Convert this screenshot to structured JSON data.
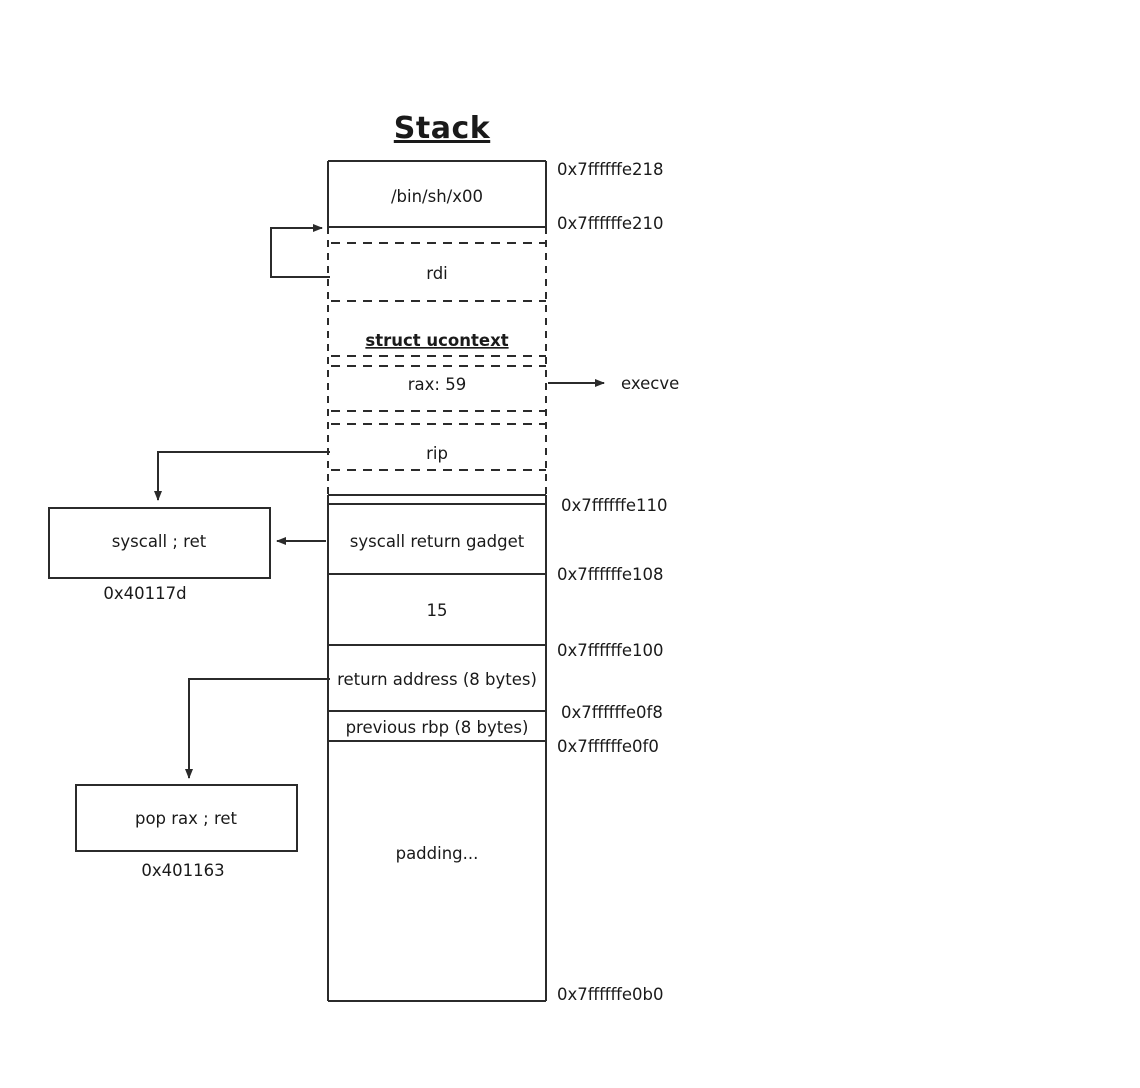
{
  "title": "Stack",
  "stack": {
    "cells": [
      {
        "id": "binsh",
        "label": "/bin/sh/x00",
        "bold": false
      },
      {
        "id": "rdi",
        "label": "rdi",
        "bold": false
      },
      {
        "id": "ucontext",
        "label": "struct ucontext",
        "bold": true
      },
      {
        "id": "rax",
        "label": "rax: 59",
        "bold": false
      },
      {
        "id": "rip",
        "label": "rip",
        "bold": false
      },
      {
        "id": "syscall-ret",
        "label": "syscall return gadget",
        "bold": false
      },
      {
        "id": "fifteen",
        "label": "15",
        "bold": false
      },
      {
        "id": "retaddr",
        "label": "return address (8 bytes)",
        "bold": false
      },
      {
        "id": "prev-rbp",
        "label": "previous rbp (8 bytes)",
        "bold": false
      },
      {
        "id": "padding",
        "label": "padding...",
        "bold": false
      }
    ],
    "addresses": [
      {
        "id": "addr-e218",
        "value": "0x7ffffffe218"
      },
      {
        "id": "addr-e210",
        "value": "0x7ffffffe210"
      },
      {
        "id": "addr-e110",
        "value": "0x7ffffffe110"
      },
      {
        "id": "addr-e108",
        "value": "0x7ffffffe108"
      },
      {
        "id": "addr-e100",
        "value": "0x7ffffffe100"
      },
      {
        "id": "addr-e0f8",
        "value": "0x7ffffffe0f8"
      },
      {
        "id": "addr-e0f0",
        "value": "0x7ffffffe0f0"
      },
      {
        "id": "addr-e0b0",
        "value": "0x7ffffffe0b0"
      }
    ]
  },
  "gadgets": [
    {
      "id": "syscall-ret-gadget",
      "label": "syscall ; ret",
      "address": "0x40117d"
    },
    {
      "id": "pop-rax-gadget",
      "label": "pop rax ; ret",
      "address": "0x401163"
    }
  ],
  "annotations": [
    {
      "id": "execve-label",
      "label": "execve"
    }
  ],
  "colors": {
    "stroke": "#2b2b2b",
    "background": "#ffffff",
    "text": "#1a1a1a"
  }
}
